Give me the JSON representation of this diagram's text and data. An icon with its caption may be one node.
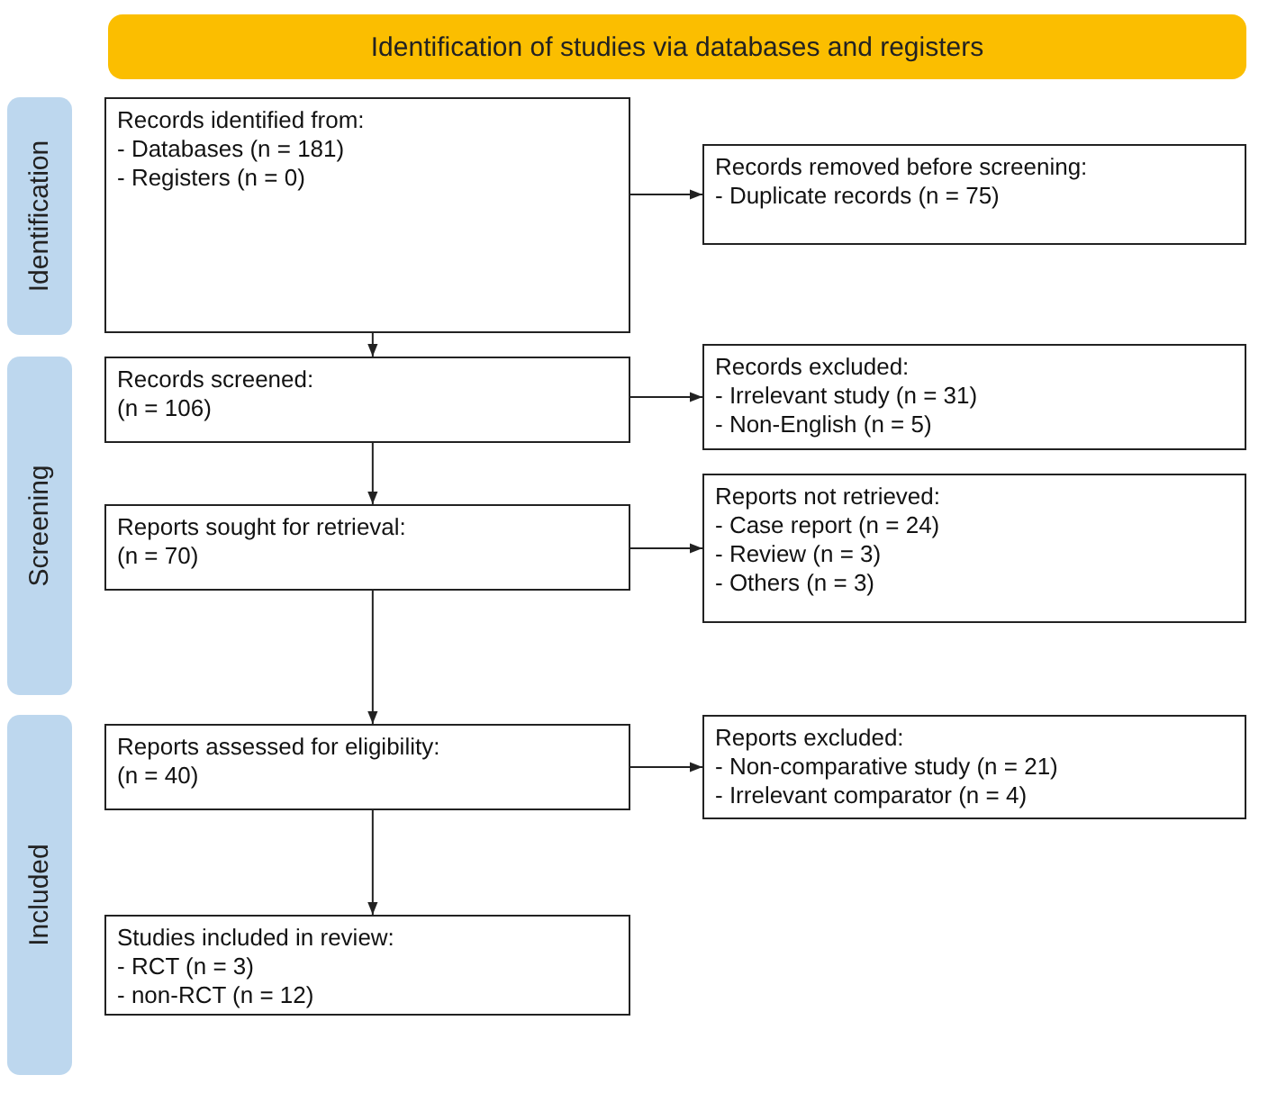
{
  "diagram": {
    "nodes": [
      {
        "text": [
          "Identification of studies via databases and registers"
        ]
      },
      {
        "text": [
          "Identification"
        ]
      },
      {
        "text": [
          "Records identified from: - Databases (n = 181) - Registers (n = 0)"
        ]
      },
      {
        "text": [
          "Records removed before screening: - Duplicate records (n = 75)"
        ]
      },
      {
        "text": [
          "Screening"
        ]
      },
      {
        "text": [
          "Records screened: (n = 106)"
        ]
      },
      {
        "text": [
          "Records excluded: - Irrelevant study (n = 31) - Non-English (n = 5)"
        ]
      },
      {
        "text": [
          "Reports sought for retrieval: (n = 70)"
        ]
      },
      {
        "text": [
          "Reports not retrieved: - Case report (n = 24) - Review (n = 3) - Others (n = 3)"
        ]
      },
      {
        "text": [
          "Included"
        ]
      },
      {
        "text": [
          "Reports assessed for eligibility: (n = 40)"
        ]
      },
      {
        "text": [
          "Reports excluded: - Non-comparative study (n = 21) - Irrelevant comparator (n = 4)"
        ]
      },
      {
        "text": [
          "Studies included in review: - RCT (n = 3) - non-RCT (n = 12)"
        ]
      }
    ],
    "edges": [
      {
        "from": 2,
        "to": 3,
        "arrow": "to"
      },
      {
        "from": 2,
        "to": 5,
        "arrow": "to"
      },
      {
        "from": 5,
        "to": 6,
        "arrow": "to"
      },
      {
        "from": 5,
        "to": 7,
        "arrow": "to"
      },
      {
        "from": 7,
        "to": 8,
        "arrow": "to"
      },
      {
        "from": 7,
        "to": 10,
        "arrow": "to"
      },
      {
        "from": 10,
        "to": 11,
        "arrow": "to"
      },
      {
        "from": 10,
        "to": 12,
        "arrow": "to"
      }
    ]
  }
}
